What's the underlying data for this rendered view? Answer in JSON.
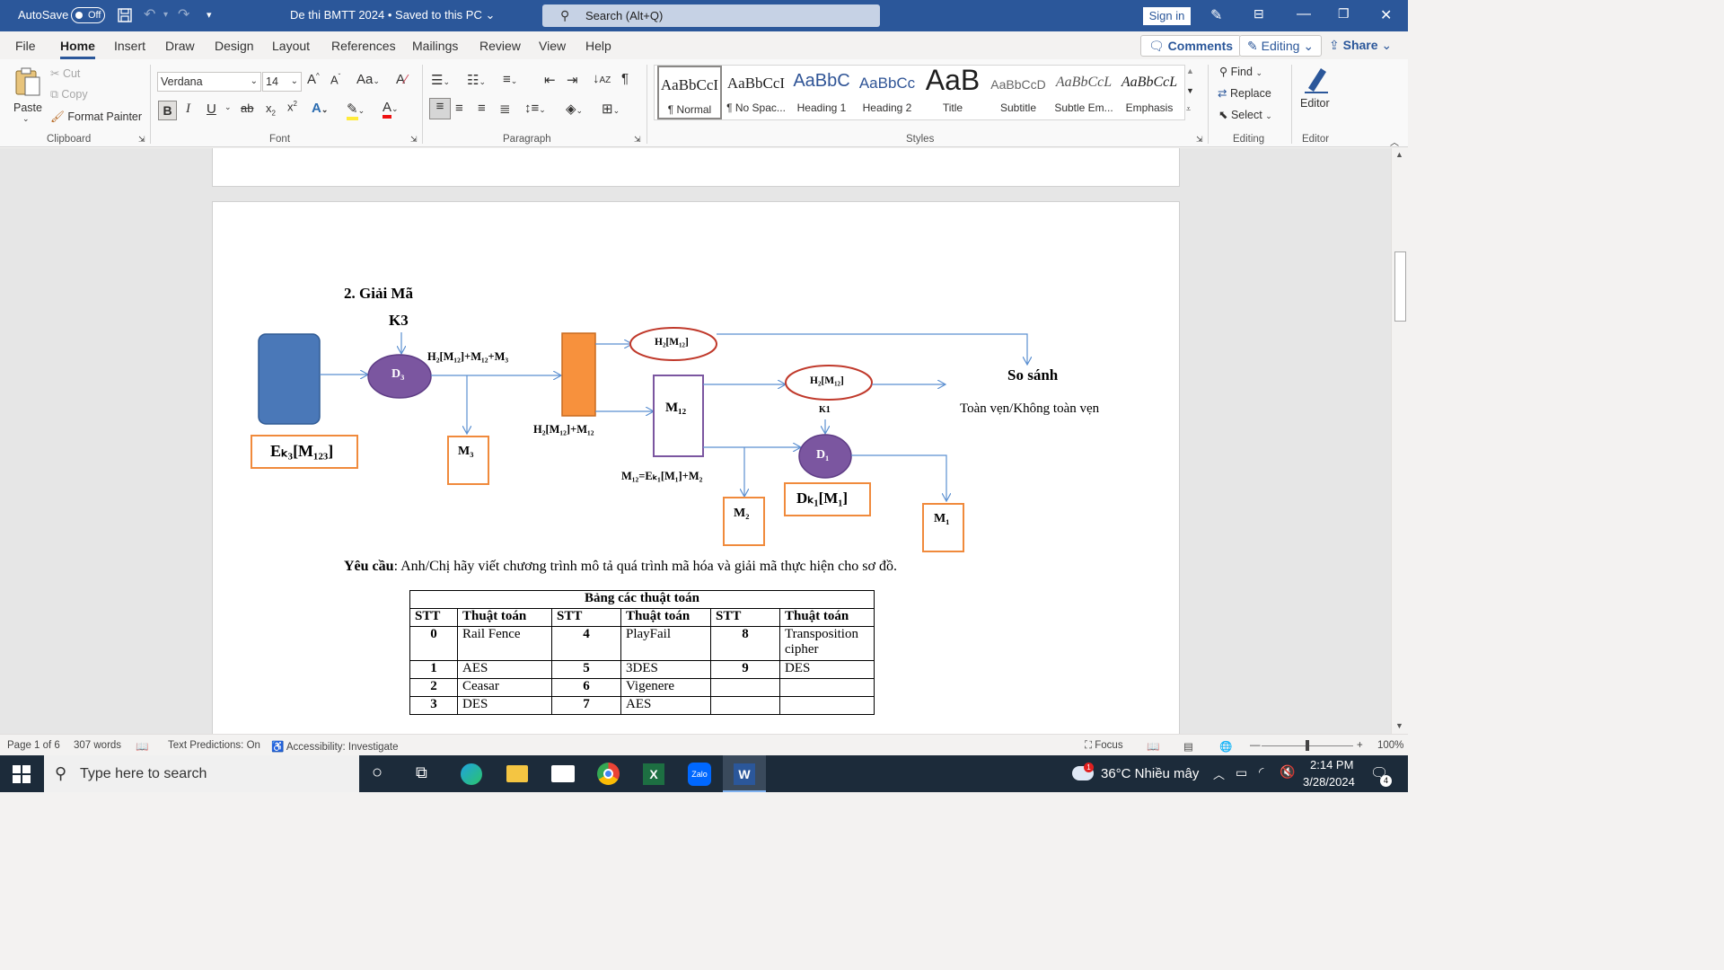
{
  "titlebar": {
    "autosave_label": "AutoSave",
    "autosave_state": "Off",
    "doc_title": "De thi BMTT 2024 • Saved to this PC",
    "search_placeholder": "Search (Alt+Q)",
    "signin_label": "Sign in"
  },
  "menu": {
    "tabs": [
      "File",
      "Home",
      "Insert",
      "Draw",
      "Design",
      "Layout",
      "References",
      "Mailings",
      "Review",
      "View",
      "Help"
    ],
    "active_tab": "Home",
    "comments_label": "Comments",
    "editing_label": "Editing",
    "share_label": "Share"
  },
  "ribbon": {
    "clipboard": {
      "paste": "Paste",
      "cut": "Cut",
      "copy": "Copy",
      "format_painter": "Format Painter",
      "label": "Clipboard"
    },
    "font": {
      "family": "Verdana",
      "size": "14",
      "label": "Font"
    },
    "paragraph": {
      "label": "Paragraph"
    },
    "styles": {
      "label": "Styles",
      "items": [
        {
          "preview": "AaBbCcI",
          "name": "¶ Normal"
        },
        {
          "preview": "AaBbCcI",
          "name": "¶ No Spac..."
        },
        {
          "preview": "AaBbC",
          "name": "Heading 1"
        },
        {
          "preview": "AaBbCc",
          "name": "Heading 2"
        },
        {
          "preview": "AaB",
          "name": "Title"
        },
        {
          "preview": "AaBbCcD",
          "name": "Subtitle"
        },
        {
          "preview": "AaBbCcL",
          "name": "Subtle Em..."
        },
        {
          "preview": "AaBbCcL",
          "name": "Emphasis"
        }
      ]
    },
    "editing": {
      "find": "Find",
      "replace": "Replace",
      "select": "Select",
      "label": "Editing"
    },
    "editor": {
      "label": "Editor",
      "group_label": "Editor"
    }
  },
  "document": {
    "heading": "2.  Giải Mã",
    "diagram": {
      "k3": "K3",
      "d3": "D₃",
      "arrow_label_1": "H₂[M₁₂]+M₁₂+M₃",
      "ek3": "Eₖ₃[M₁₂₃]",
      "m3": "M₃",
      "h2m12_top": "H₂[M₁₂]",
      "h2m12_mid": "H₂[M₁₂]",
      "m12": "M₁₂",
      "arrow_label_2": "H₂[M₁₂]+M₁₂",
      "so_sanh": "So sánh",
      "toan_ven": "Toàn vẹn/Không toàn vẹn",
      "k1": "K1",
      "d1": "D₁",
      "m12_eq": "M₁₂=Eₖ₁[M₁]+M₂",
      "dk1": "Dₖ₁[M₁]",
      "m2": "M₂",
      "m1": "M₁"
    },
    "requirement_label": "Yêu cầu",
    "requirement_text": ": Anh/Chị hãy viết chương trình mô tả quá trình mã hóa và giải mã thực hiện cho sơ đồ.",
    "table": {
      "title": "Bảng các thuật toán",
      "headers": [
        "STT",
        "Thuật toán",
        "STT",
        "Thuật toán",
        "STT",
        "Thuật toán"
      ],
      "rows": [
        [
          "0",
          "Rail Fence",
          "4",
          "PlayFail",
          "8",
          "Transposition cipher"
        ],
        [
          "1",
          "AES",
          "5",
          "3DES",
          "9",
          "DES"
        ],
        [
          "2",
          "Ceasar",
          "6",
          "Vigenere",
          "",
          ""
        ],
        [
          "3",
          "DES",
          "7",
          "AES",
          "",
          ""
        ]
      ]
    }
  },
  "statusbar": {
    "page": "Page 1 of 6",
    "words": "307 words",
    "text_predictions": "Text Predictions: On",
    "accessibility": "Accessibility: Investigate",
    "focus": "Focus",
    "zoom": "100%"
  },
  "taskbar": {
    "search_placeholder": "Type here to search",
    "weather": "36°C  Nhiều mây",
    "time": "2:14 PM",
    "date": "3/28/2024",
    "notification_count": "4",
    "weather_badge": "1"
  },
  "colors": {
    "word_blue": "#2b579a",
    "blue_box": "#4a78b8",
    "purple_ellipse": "#7b56a0",
    "orange_box": "#f7913d",
    "orange_border": "#f08a3c",
    "red_border": "#c0392b",
    "arrow": "#5b8fd0"
  }
}
